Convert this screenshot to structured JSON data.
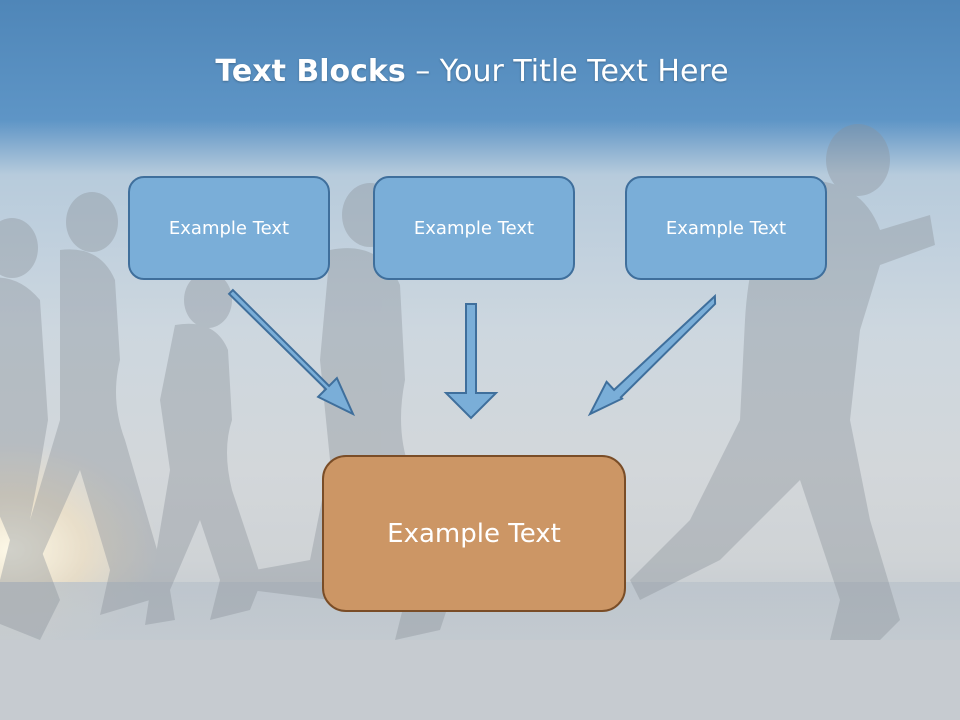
{
  "slide": {
    "title_bold": "Text Blocks",
    "title_rest": " – Your Title Text Here",
    "top_boxes": [
      {
        "label": "Example Text"
      },
      {
        "label": "Example Text"
      },
      {
        "label": "Example Text"
      }
    ],
    "bottom_box": {
      "label": "Example Text"
    }
  },
  "colors": {
    "top_box_fill": "#7aaed8",
    "top_box_border": "#3f6f9c",
    "bottom_box_fill": "#cc9665",
    "bottom_box_border": "#7a4d27",
    "arrow_fill": "#7aaed8",
    "arrow_stroke": "#3f6f9c"
  }
}
